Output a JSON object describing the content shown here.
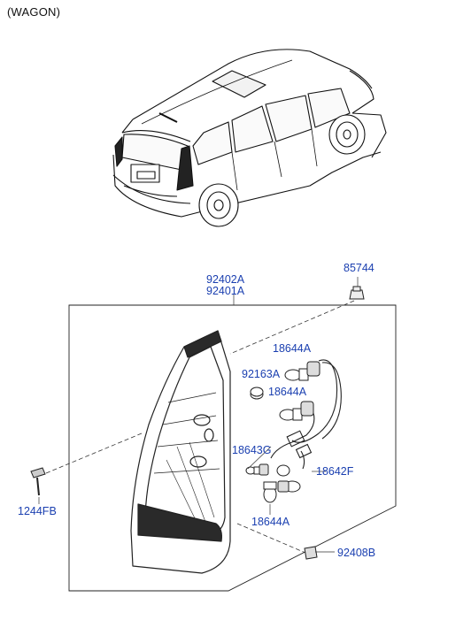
{
  "variant_label": "(WAGON)",
  "part_numbers": {
    "lamp_assembly_a": "92402A",
    "lamp_assembly_b": "92401A",
    "clip": "85744",
    "bulb_top": "18644A",
    "socket": "92163A",
    "bulb_mid": "18644A",
    "bulb_small": "18643G",
    "harness": "18642F",
    "bulb_bottom": "18644A",
    "screw": "1244FB",
    "bracket": "92408B"
  }
}
